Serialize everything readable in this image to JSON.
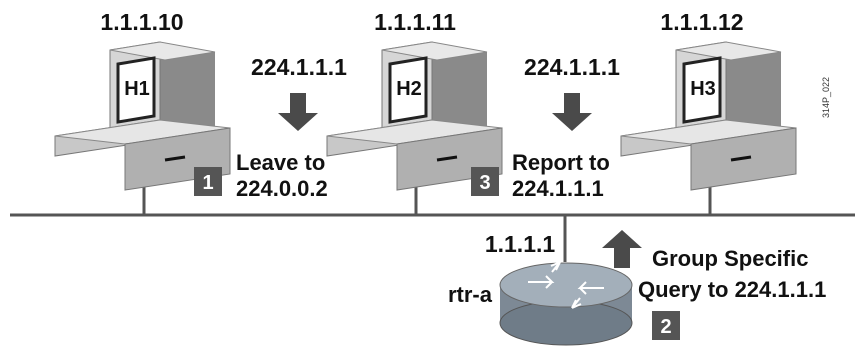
{
  "colors": {
    "line": "#555555",
    "arrow": "#4a4a4a",
    "badge": "#555555",
    "pc_light": "#dcdcdc",
    "pc_mid": "#b5b5b5",
    "pc_dark": "#8a8a8a",
    "router": "#8e9ba8"
  },
  "hosts": [
    {
      "ip": "1.1.1.10",
      "name": "H1"
    },
    {
      "ip": "1.1.1.11",
      "name": "H2"
    },
    {
      "ip": "1.1.1.12",
      "name": "H3"
    }
  ],
  "multicast_labels": [
    "224.1.1.1",
    "224.1.1.1"
  ],
  "steps": [
    {
      "number": "1",
      "line1": "Leave to",
      "line2": "224.0.0.2"
    },
    {
      "number": "2",
      "line1": "Group Specific",
      "line2": "Query to 224.1.1.1"
    },
    {
      "number": "3",
      "line1": "Report to",
      "line2": "224.1.1.1"
    }
  ],
  "router": {
    "name": "rtr-a",
    "ip": "1.1.1.1"
  },
  "figure_code": "314P_022"
}
